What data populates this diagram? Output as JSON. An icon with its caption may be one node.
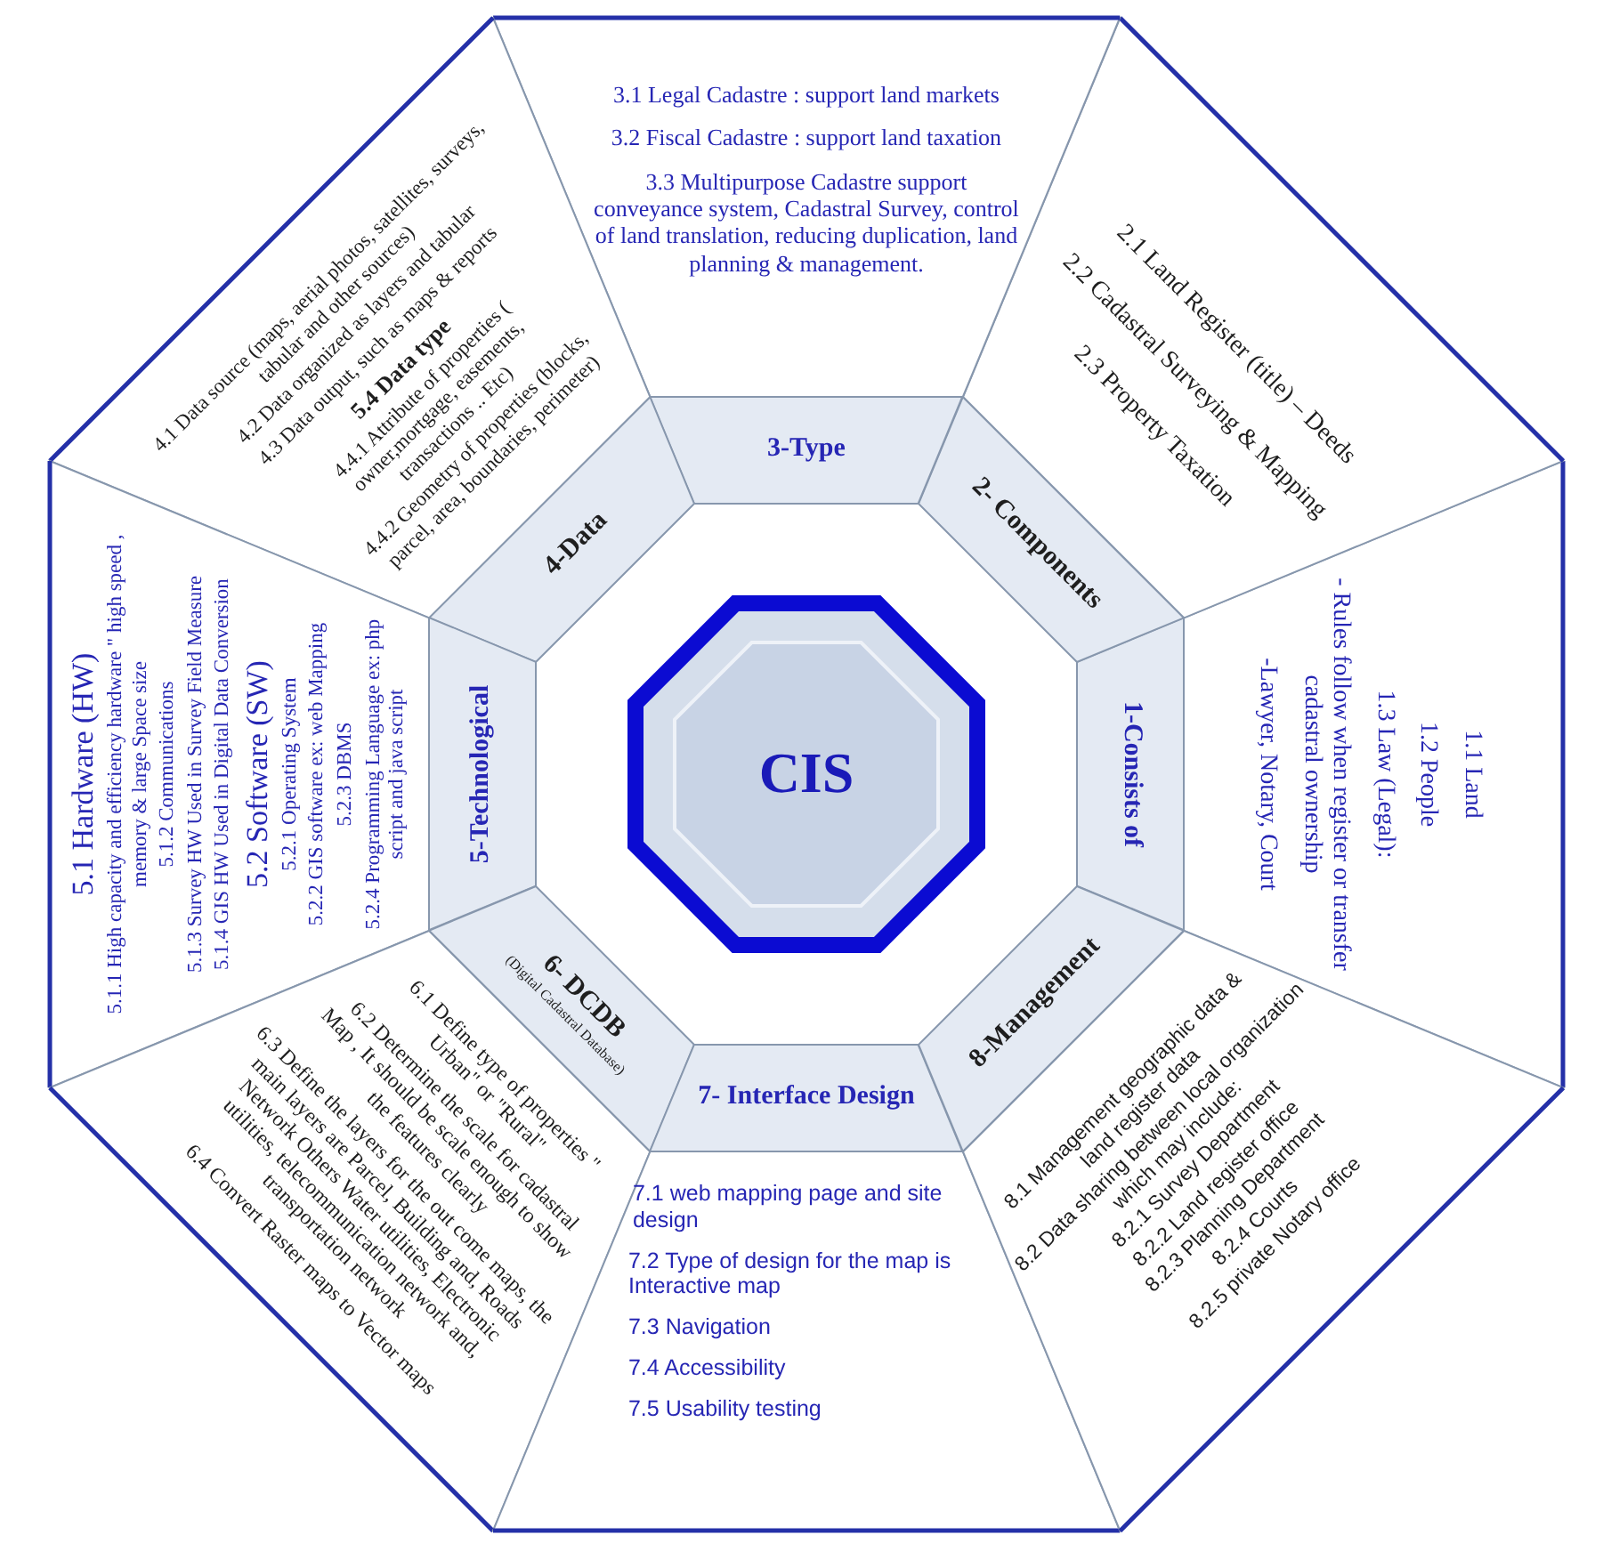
{
  "diagram": {
    "nodes": [
      {
        "text": [
          "CIS"
        ]
      },
      {
        "text": [
          "1-Consists of"
        ]
      },
      {
        "text": [
          "2- Components"
        ]
      },
      {
        "text": [
          "3-Type"
        ]
      },
      {
        "text": [
          "4-Data"
        ]
      },
      {
        "text": [
          "5-Technological"
        ]
      },
      {
        "text": [
          "6- DCDB",
          "(Digital Cadastral Database)"
        ]
      },
      {
        "text": [
          "7- Interface Design"
        ]
      },
      {
        "text": [
          "8-Management"
        ]
      },
      {
        "text": [
          "1.1 Land",
          "1.2 People",
          "1.3 Law (Legal):",
          "- Rules follow when register or transfer cadastral ownership",
          "-Lawyer, Notary, Court"
        ]
      },
      {
        "text": [
          "2.1 Land Register (title) – Deeds",
          "2.2 Cadastral Surveying & Mapping",
          "2.3 Property Taxation"
        ]
      },
      {
        "text": [
          "3.1 Legal Cadastre : support land markets",
          "3.2 Fiscal Cadastre : support land taxation",
          "3.3 Multipurpose Cadastre support conveyance system, Cadastral Survey, control of land translation, reducing duplication, land planning & management."
        ]
      },
      {
        "text": [
          "4.1 Data source (maps, aerial photos, satellites, surveys, tabular and other sources)",
          "4.2 Data organized as layers and tabular",
          "4.3 Data output, such as maps & reports",
          "5.4 Data type",
          "4.4.1 Attribute of properties ( owner,mortgage, easements, transactions .. Etc)",
          "4.4.2 Geometry of properties (blocks, parcel, area, boundaries, perimeter)"
        ]
      },
      {
        "text": [
          "5.1 Hardware (HW)",
          "5.1.1 High capacity and efficiency hardware \" high speed , memory & large Space size",
          "5.1.2 Communications",
          "5.1.3 Survey HW Used in Survey Field Measure",
          "5.1.4 GIS HW Used in Digital Data Conversion",
          "5.2 Software (SW)",
          "5.2.1 Operating System",
          "5.2.2 GIS software ex: web Mapping",
          "5.2.3 DBMS",
          "5.2.4 Programming Language ex: php script and java script"
        ]
      },
      {
        "text": [
          "6.1 Define type of properties \" Urban\" or \"Rural\"",
          "6.2 Determine the scale for cadastral Map , It should be scale enough to show the features clearly",
          "6.3 Define the layers for the out come maps, the main layers are Parcel, Building and, Roads Network Others Water utilities, Electronic utilities, telecommunication network and, transportation network",
          "6.4 Convert Raster maps to Vector maps"
        ]
      },
      {
        "text": [
          "7.1 web mapping page and site design",
          "7.2 Type of design for the map is Interactive map",
          "7.3 Navigation",
          "7.4 Accessibility",
          "7.5 Usability testing"
        ]
      },
      {
        "text": [
          "8.1 Management geographic data & land register data",
          "8.2 Data sharing between local organization which may include:",
          "8.2.1 Survey Department",
          "8.2.2 Land register office",
          "8.2.3 Planning Department",
          "8.2.4 Courts",
          "8.2.5 private Notary office"
        ]
      }
    ]
  }
}
